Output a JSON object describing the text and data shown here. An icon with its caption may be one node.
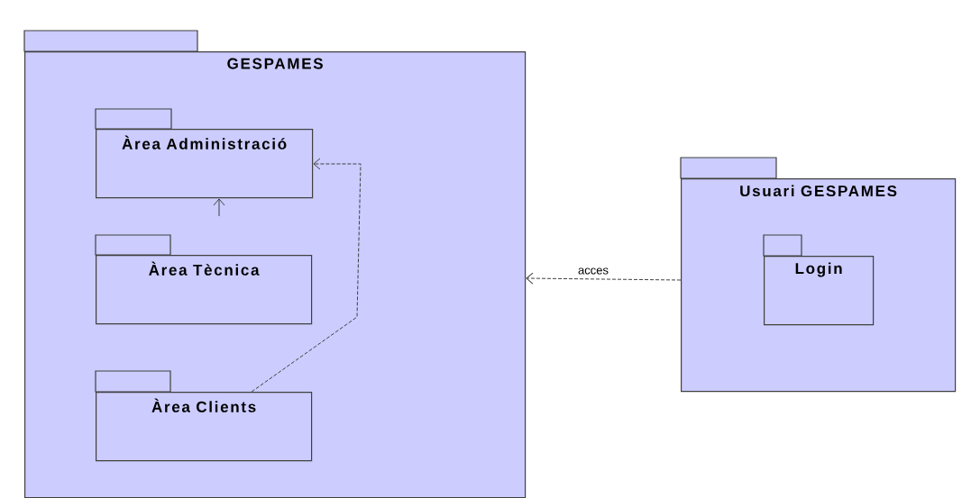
{
  "diagram": {
    "nodes": [
      {
        "text": [
          "GESPAMES"
        ]
      },
      {
        "text": [
          "Àrea Administració"
        ],
        "in": 0
      },
      {
        "text": [
          "Àrea Tècnica"
        ],
        "in": 0
      },
      {
        "text": [
          "Àrea Clients"
        ],
        "in": 0
      },
      {
        "text": [
          "Usuari GESPAMES"
        ]
      },
      {
        "text": [
          "Login"
        ],
        "in": 4
      }
    ],
    "edges": [
      {
        "from": 3,
        "to": 1,
        "arrow": "to",
        "style": "dashed"
      },
      {
        "from": 4,
        "to": 0,
        "arrow": "to",
        "style": "dashed",
        "label": "acces"
      },
      {
        "from": null,
        "to": 1,
        "arrow": "to"
      }
    ]
  }
}
